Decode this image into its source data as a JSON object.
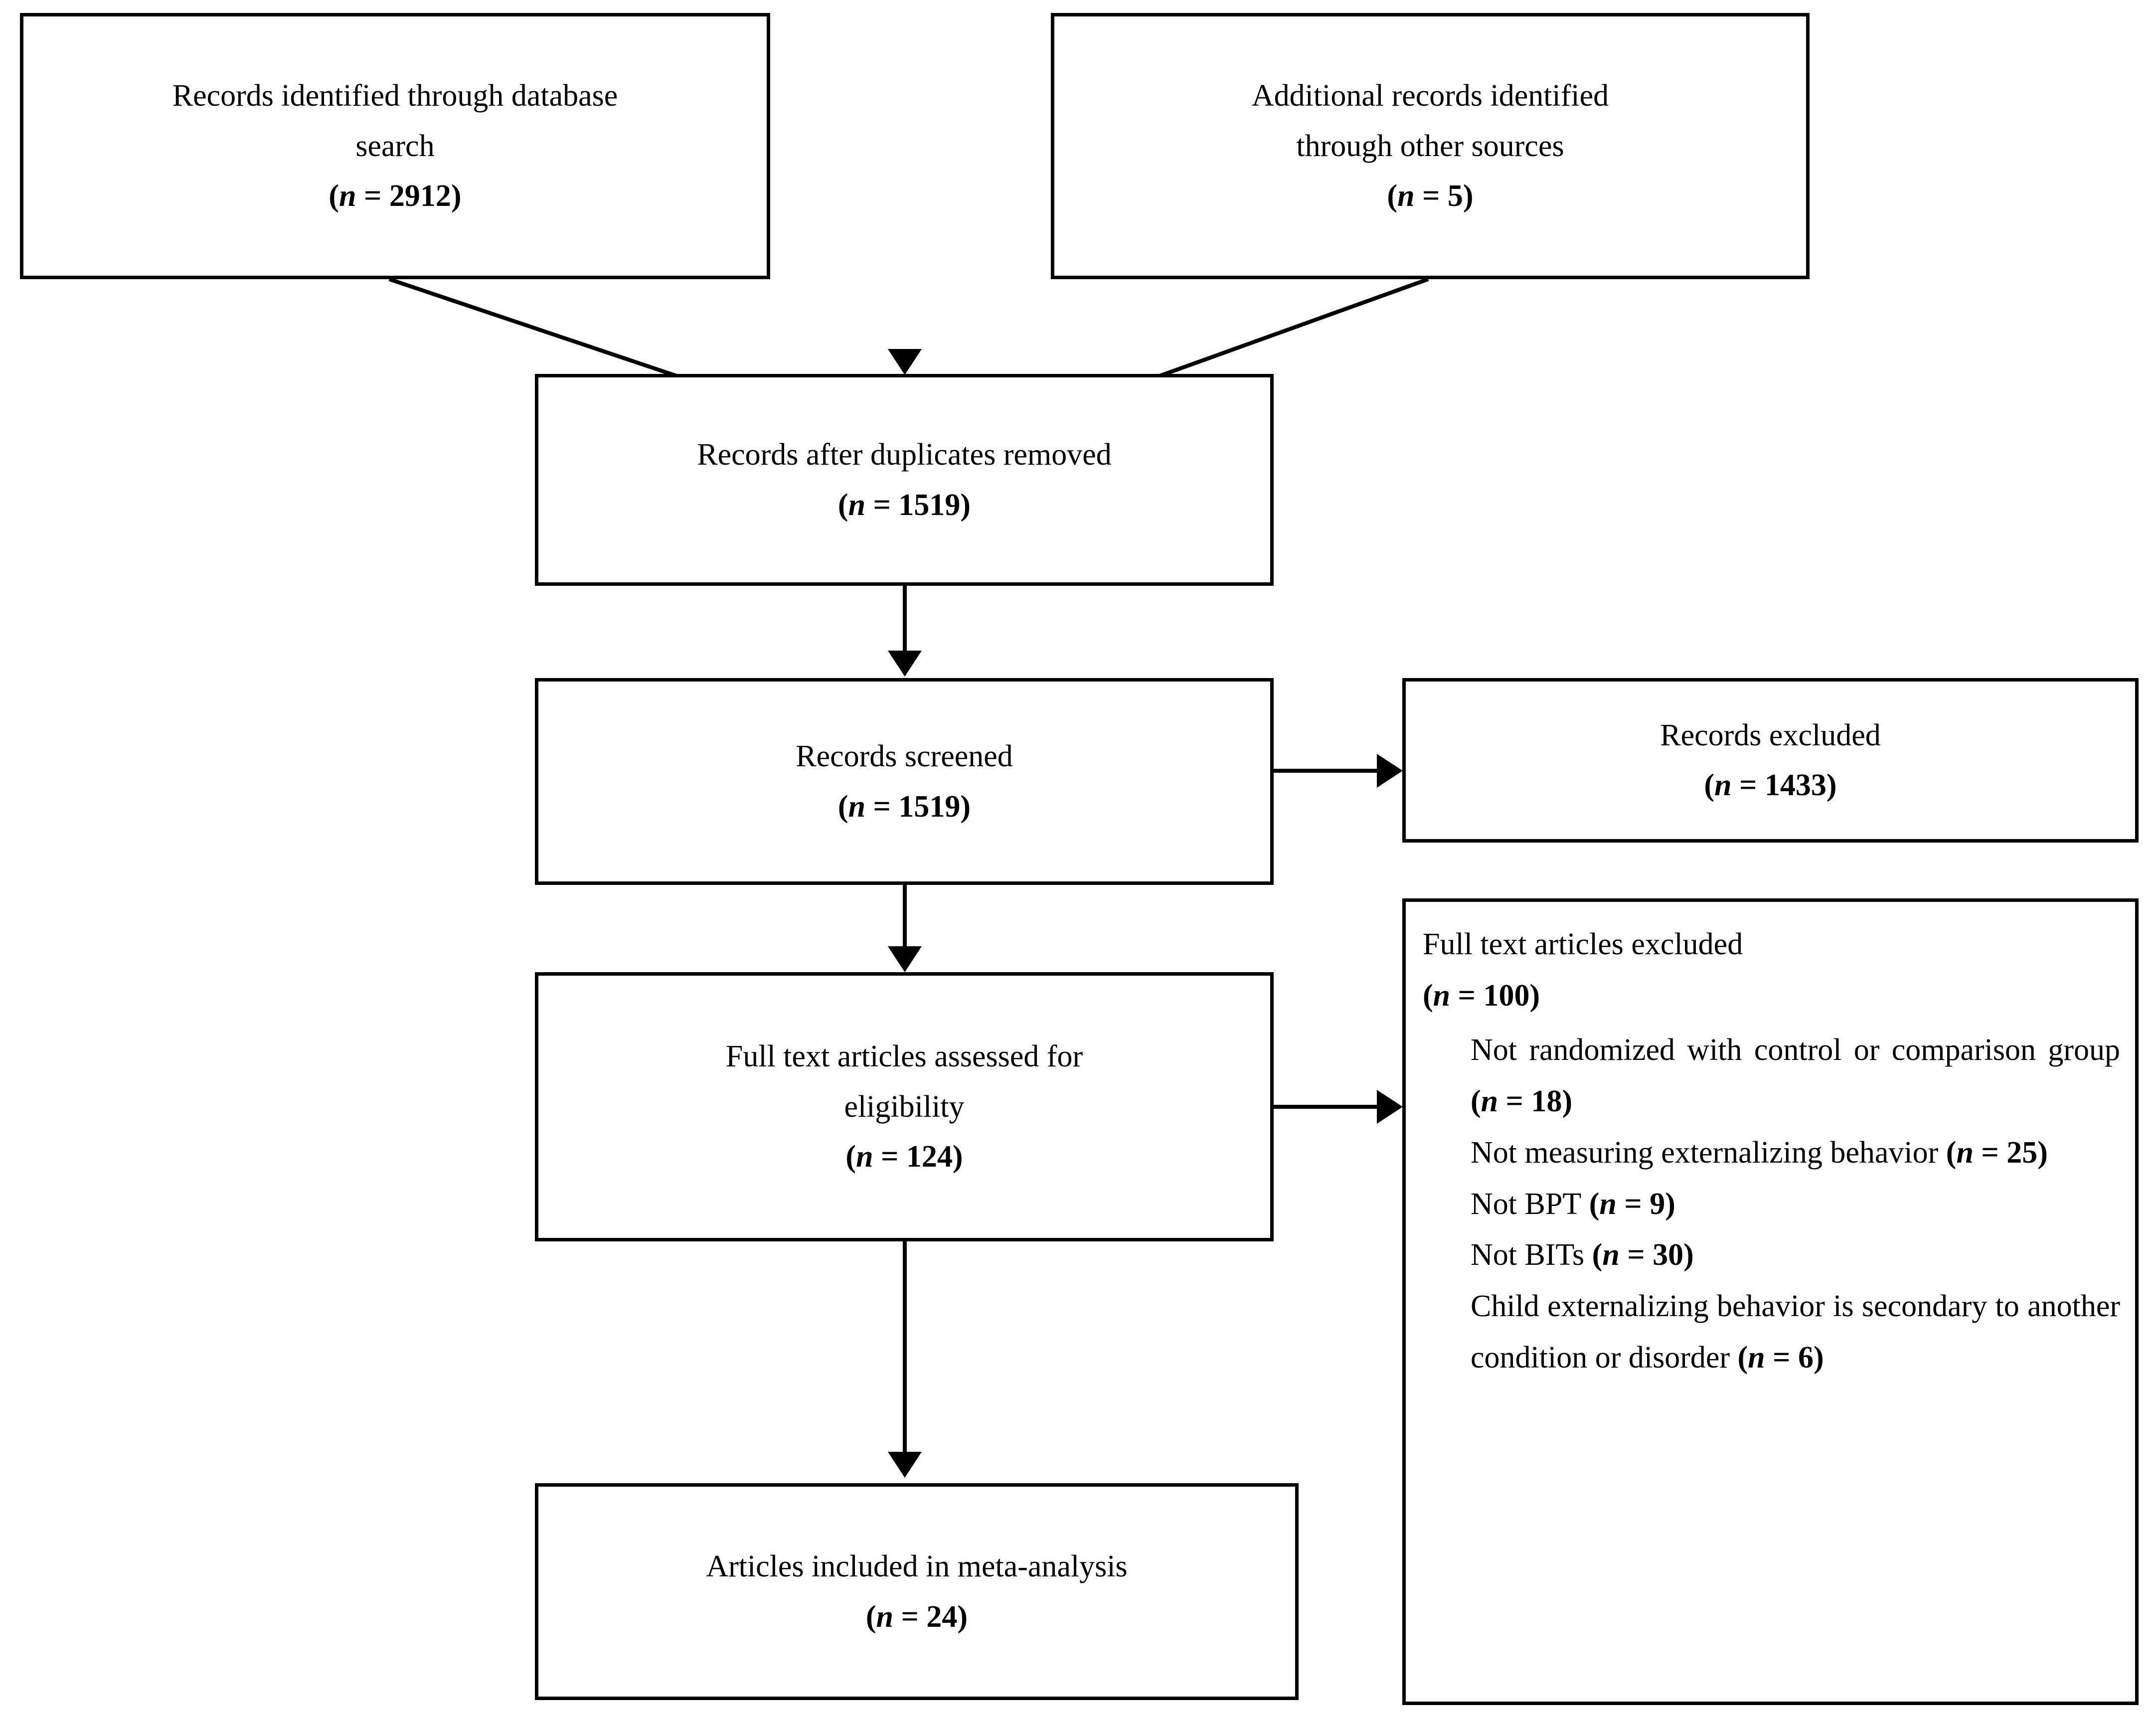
{
  "diagram": {
    "type": "prisma-flow-diagram",
    "nodes": {
      "database_search": {
        "line1": "Records identified through database",
        "line2": "search",
        "count_label": "(n = 2912)",
        "count_prefix": "(",
        "count_n": "n",
        "count_eq": " = ",
        "count_value": "2912",
        "count_suffix": ")"
      },
      "other_sources": {
        "line1": "Additional records identified",
        "line2": "through other sources",
        "count_label": "(n = 5)",
        "count_n": "n",
        "count_value": "5"
      },
      "duplicates_removed": {
        "line1": "Records after duplicates removed",
        "count_label": "(n = 1519)",
        "count_n": "n",
        "count_value": "1519"
      },
      "records_screened": {
        "line1": "Records screened",
        "count_label": "(n = 1519)",
        "count_n": "n",
        "count_value": "1519"
      },
      "records_excluded": {
        "line1": "Records excluded",
        "count_label": "(n = 1433)",
        "count_n": "n",
        "count_value": "1433"
      },
      "fulltext_assessed": {
        "line1": "Full text articles assessed for",
        "line2": "eligibility",
        "count_label": "(n = 124)",
        "count_n": "n",
        "count_value": "124"
      },
      "fulltext_excluded": {
        "heading": "Full text articles excluded",
        "count_label": "(n = 100)",
        "count_n": "n",
        "count_value": "100",
        "reasons": [
          {
            "text": "Not randomized with control or comparison group",
            "count_label": "(n = 18)",
            "count_n": "n",
            "count_value": "18"
          },
          {
            "text": "Not measuring externalizing behavior",
            "count_label": "(n = 25)",
            "count_n": "n",
            "count_value": "25"
          },
          {
            "text": "Not BPT",
            "count_label": "(n = 9)",
            "count_n": "n",
            "count_value": "9"
          },
          {
            "text": "Not BITs",
            "count_label": "(n = 30)",
            "count_n": "n",
            "count_value": "30"
          },
          {
            "text": "Child externalizing behavior is secondary to another condition or disorder",
            "count_label": "(n = 6)",
            "count_n": "n",
            "count_value": "6"
          }
        ]
      },
      "included_meta_analysis": {
        "line1": "Articles included in meta-analysis",
        "count_label": "(n = 24)",
        "count_n": "n",
        "count_value": "24"
      }
    },
    "colors": {
      "stroke": "#000000",
      "background": "#ffffff",
      "text": "#000000"
    }
  }
}
